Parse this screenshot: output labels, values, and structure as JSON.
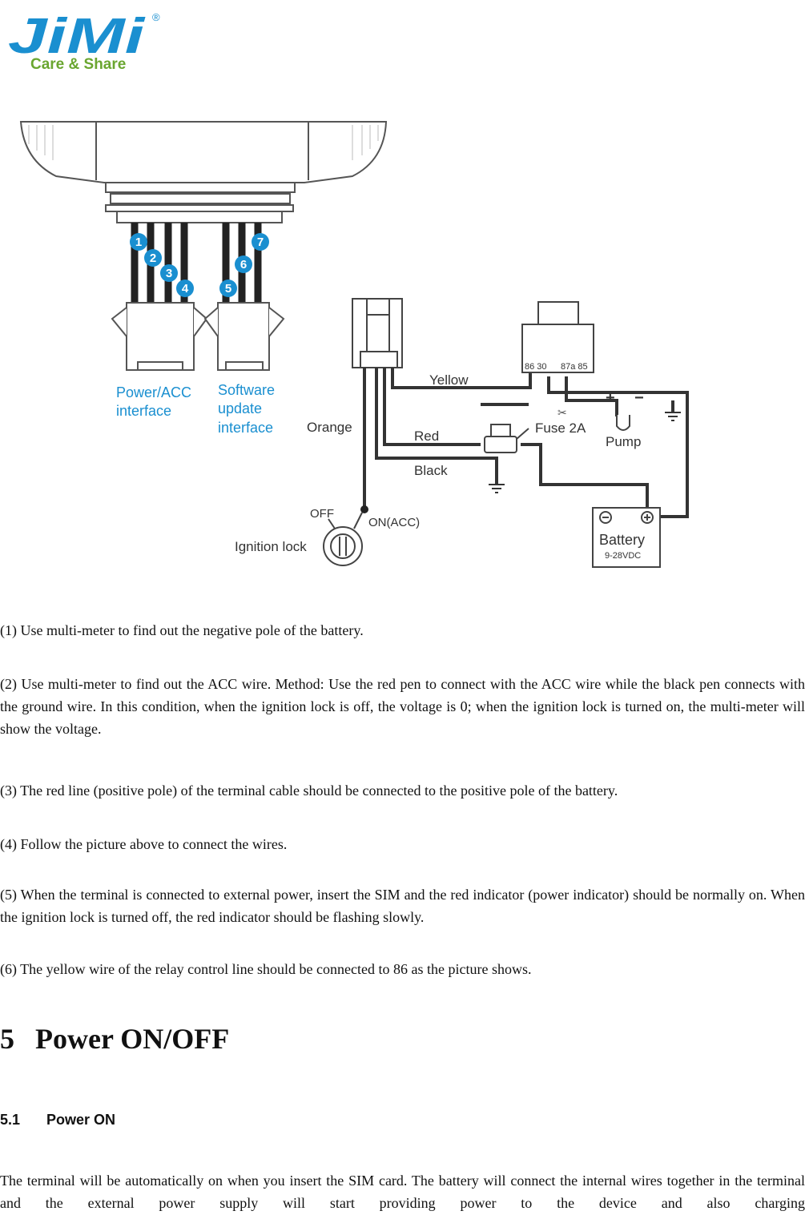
{
  "logo": {
    "brand": "JiMi",
    "registered": "®",
    "tagline": "Care & Share",
    "brand_color": "#1a8fd0",
    "tagline_color": "#6aa630"
  },
  "diagram": {
    "pin_numbers": [
      "1",
      "2",
      "3",
      "4",
      "5",
      "6",
      "7"
    ],
    "power_interface_line1": "Power/ACC",
    "power_interface_line2": "interface",
    "software_interface_line1": "Software",
    "software_interface_line2": "update",
    "software_interface_line3": "interface",
    "wire_yellow": "Yellow",
    "wire_orange": "Orange",
    "wire_red": "Red",
    "wire_black": "Black",
    "relay_pins_left": "86 30",
    "relay_pins_right": "87a 85",
    "fuse": "Fuse 2A",
    "pump": "Pump",
    "pump_plus": "+",
    "pump_minus": "−",
    "ignition_off": "OFF",
    "ignition_on": "ON(ACC)",
    "ignition_lock": "Ignition lock",
    "battery": "Battery",
    "battery_voltage": "9-28VDC",
    "label_color": "#1a8fd0"
  },
  "steps": [
    "(1) Use multi-meter to find out the negative pole of the battery.",
    "(2) Use multi-meter to find out the ACC wire. Method: Use the red pen to connect with the ACC wire while the black pen connects with the ground wire. In this condition, when the ignition lock is off, the voltage is 0; when the ignition lock is turned on, the multi-meter will show the voltage.",
    "(3) The red line (positive pole) of the terminal cable should be connected to the positive pole of the battery.",
    "(4) Follow the picture above to connect the wires.",
    "(5) When the terminal is connected to external power, insert the SIM and the red indicator (power indicator) should be normally on. When the ignition lock is turned off, the red indicator should be flashing slowly.",
    "(6) The yellow wire of the relay control line should be connected to 86 as the picture shows."
  ],
  "section": {
    "number": "5",
    "title": "Power ON/OFF"
  },
  "subsection": {
    "number": "5.1",
    "title": "Power ON"
  },
  "body_text": "The terminal will be automatically on when you insert the SIM card. The battery will connect the internal wires together in the terminal and the external power supply will start providing power to the device and also charging"
}
